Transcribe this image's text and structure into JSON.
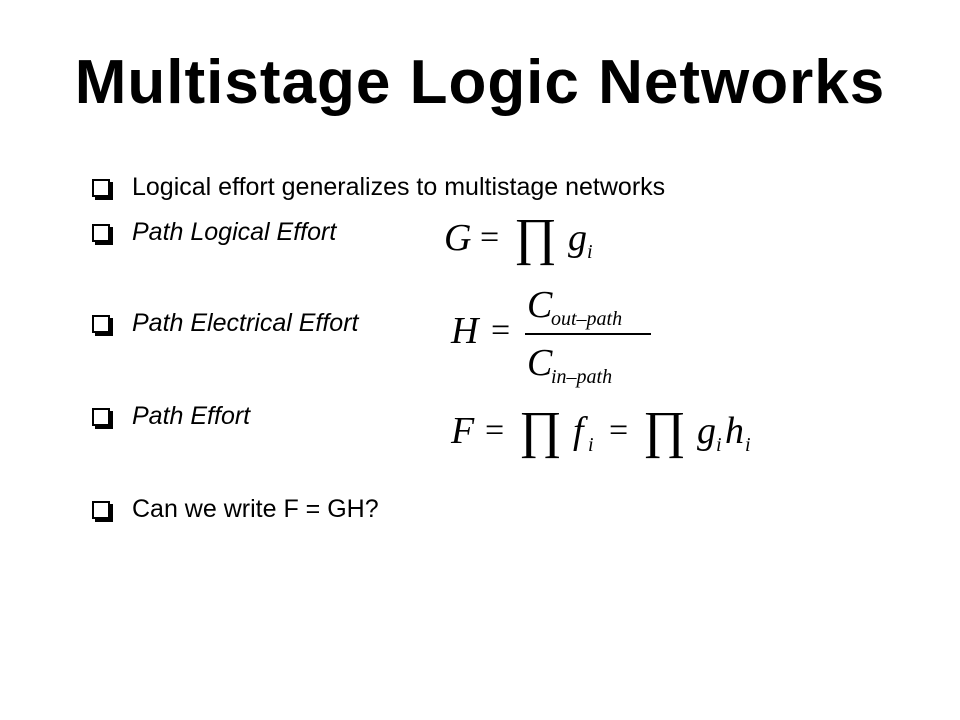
{
  "slide": {
    "title": "Multistage Logic Networks",
    "bullets": [
      {
        "label": "Logical effort generalizes to multistage networks",
        "style": "normal"
      },
      {
        "label": "Path Logical Effort",
        "style": "italic"
      },
      {
        "label": "Path Electrical Effort",
        "style": "italic"
      },
      {
        "label": "Path Effort",
        "style": "italic"
      },
      {
        "label": "Can we write F = GH?",
        "style": "normal"
      }
    ],
    "equations": {
      "path_logical_effort": {
        "lhs": "G",
        "equals": "=",
        "product_symbol": "∏",
        "term": "g",
        "term_subscript": "i"
      },
      "path_electrical_effort": {
        "lhs": "H",
        "equals": "=",
        "numerator": "C",
        "numerator_subscript": "out–path",
        "denominator": "C",
        "denominator_subscript": "in–path"
      },
      "path_effort": {
        "lhs": "F",
        "equals_1": "=",
        "product_symbol_1": "∏",
        "term_1": "f",
        "term_1_subscript": "i",
        "equals_2": "=",
        "product_symbol_2": "∏",
        "term_2a": "g",
        "term_2a_subscript": "i",
        "term_2b": "h",
        "term_2b_subscript": "i"
      }
    }
  }
}
